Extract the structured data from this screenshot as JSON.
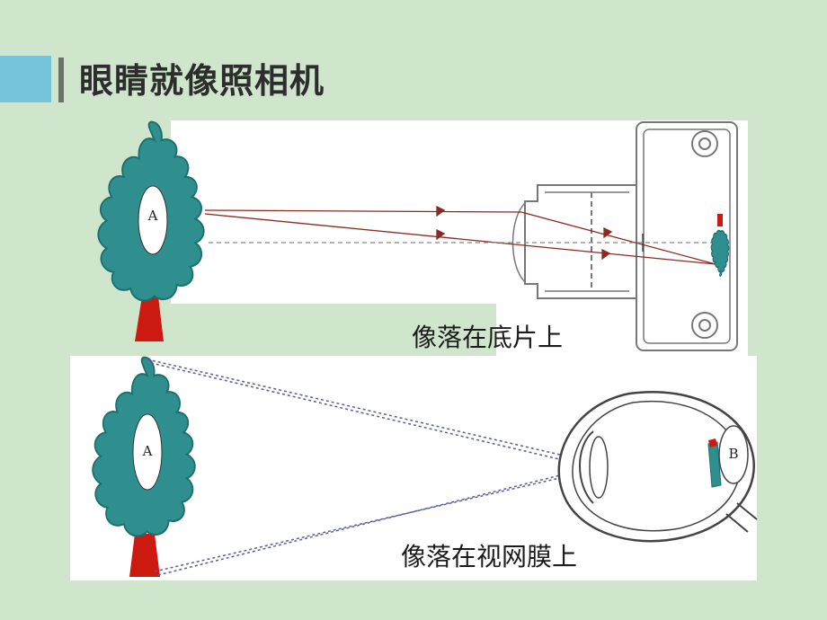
{
  "slide": {
    "title": "眼睛就像照相机"
  },
  "camera_diagram": {
    "object_label": "A",
    "caption": "像落在底片上"
  },
  "eye_diagram": {
    "object_label": "A",
    "image_label": "B",
    "caption": "像落在视网膜上"
  },
  "colors": {
    "background": "#cfe6cd",
    "accent": "#76c4db",
    "tree_foliage": "#2f8f8f",
    "tree_trunk": "#cc1a10",
    "ray_camera": "#8a2a20",
    "ray_eye": "#5a5aa0"
  }
}
